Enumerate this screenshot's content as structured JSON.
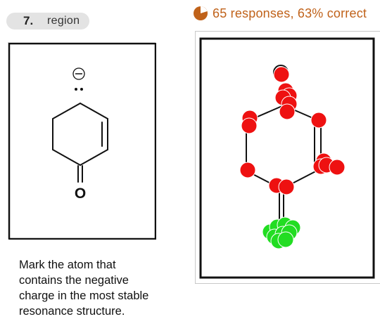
{
  "question": {
    "number": "7.",
    "type": "region"
  },
  "stats": {
    "icon": "pie-chart-icon",
    "text": "65 responses, 63% correct",
    "color": "#c0621a"
  },
  "structure": {
    "charge_symbol": "⊖",
    "lone_pair": "••",
    "oxygen_label": "O"
  },
  "results": {
    "incorrect_color": "#ee1111",
    "correct_color": "#22dd22"
  },
  "prompt": {
    "line1": "Mark the atom that",
    "line2": "contains the negative",
    "line3": "charge in the most stable",
    "line4": "resonance structure."
  }
}
